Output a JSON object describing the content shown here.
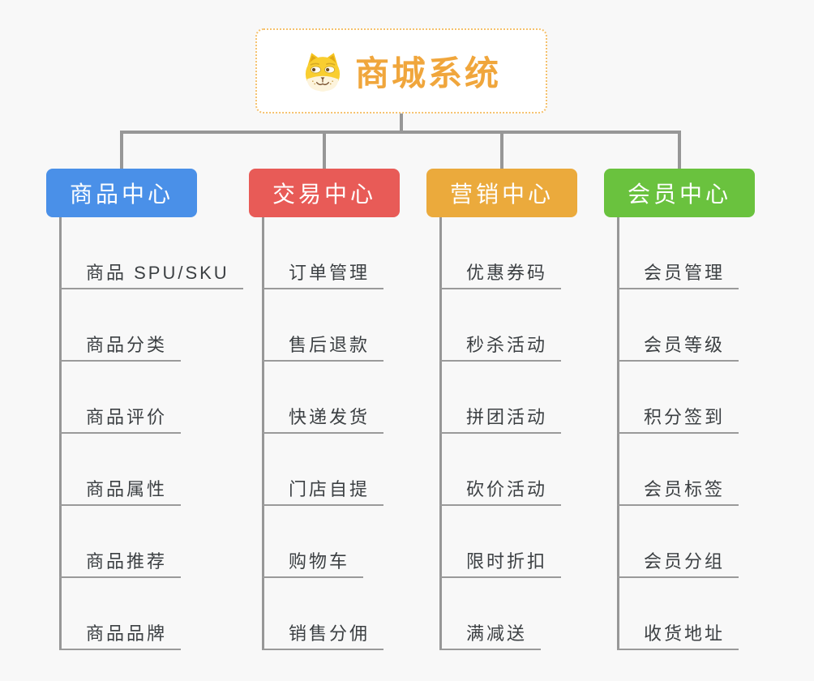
{
  "background_color": "#f8f8f8",
  "connector_color": "#979797",
  "root": {
    "title": "商城系统",
    "icon": "doge-icon",
    "text_color": "#f0a63c",
    "border_color": "#f5c16c"
  },
  "branches": [
    {
      "name": "product-center",
      "label": "商品中心",
      "color": "#4a90e8",
      "children": [
        "商品 SPU/SKU",
        "商品分类",
        "商品评价",
        "商品属性",
        "商品推荐",
        "商品品牌"
      ]
    },
    {
      "name": "trade-center",
      "label": "交易中心",
      "color": "#e85b57",
      "children": [
        "订单管理",
        "售后退款",
        "快递发货",
        "门店自提",
        "购物车",
        "销售分佣"
      ]
    },
    {
      "name": "marketing-center",
      "label": "营销中心",
      "color": "#ebaa3c",
      "children": [
        "优惠券码",
        "秒杀活动",
        "拼团活动",
        "砍价活动",
        "限时折扣",
        "满减送"
      ]
    },
    {
      "name": "member-center",
      "label": "会员中心",
      "color": "#6ac23e",
      "children": [
        "会员管理",
        "会员等级",
        "积分签到",
        "会员标签",
        "会员分组",
        "收货地址"
      ]
    }
  ]
}
